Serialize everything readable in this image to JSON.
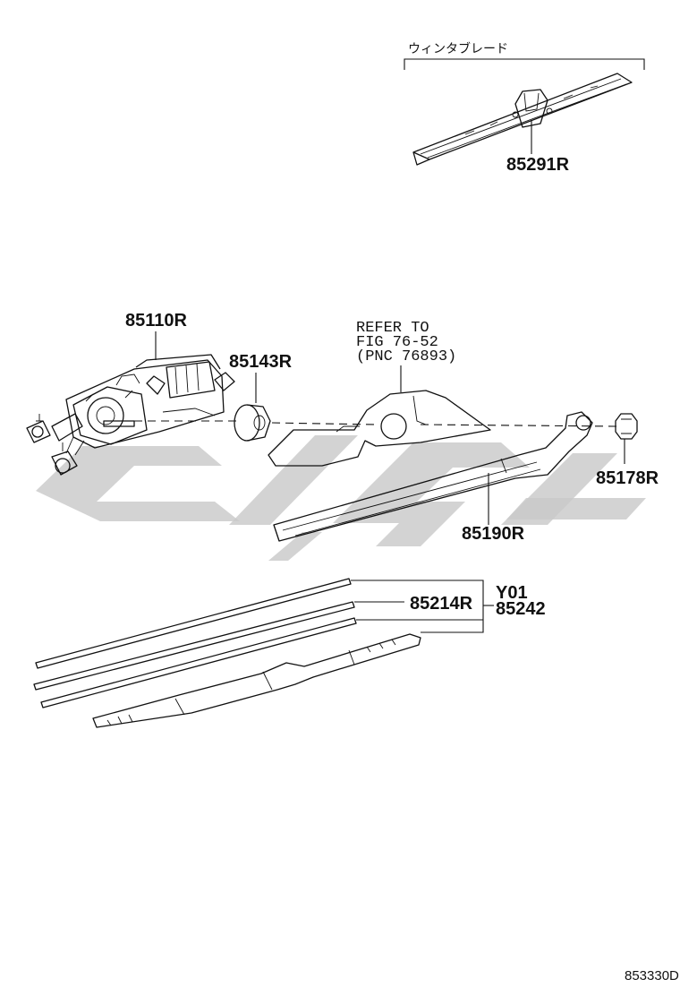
{
  "diagram": {
    "group_label_jp": "ウィンタブレード",
    "refer_note": {
      "line1": "REFER TO",
      "line2": "FIG 76-52",
      "line3": "(PNC 76893)"
    },
    "parts": {
      "p85291R": "85291R",
      "p85110R": "85110R",
      "p85143R": "85143R",
      "p85178R": "85178R",
      "p85190R": "85190R",
      "p85214R": "85214R",
      "pY01": "Y01",
      "p85242": "85242"
    },
    "figure_id": "853330D"
  }
}
